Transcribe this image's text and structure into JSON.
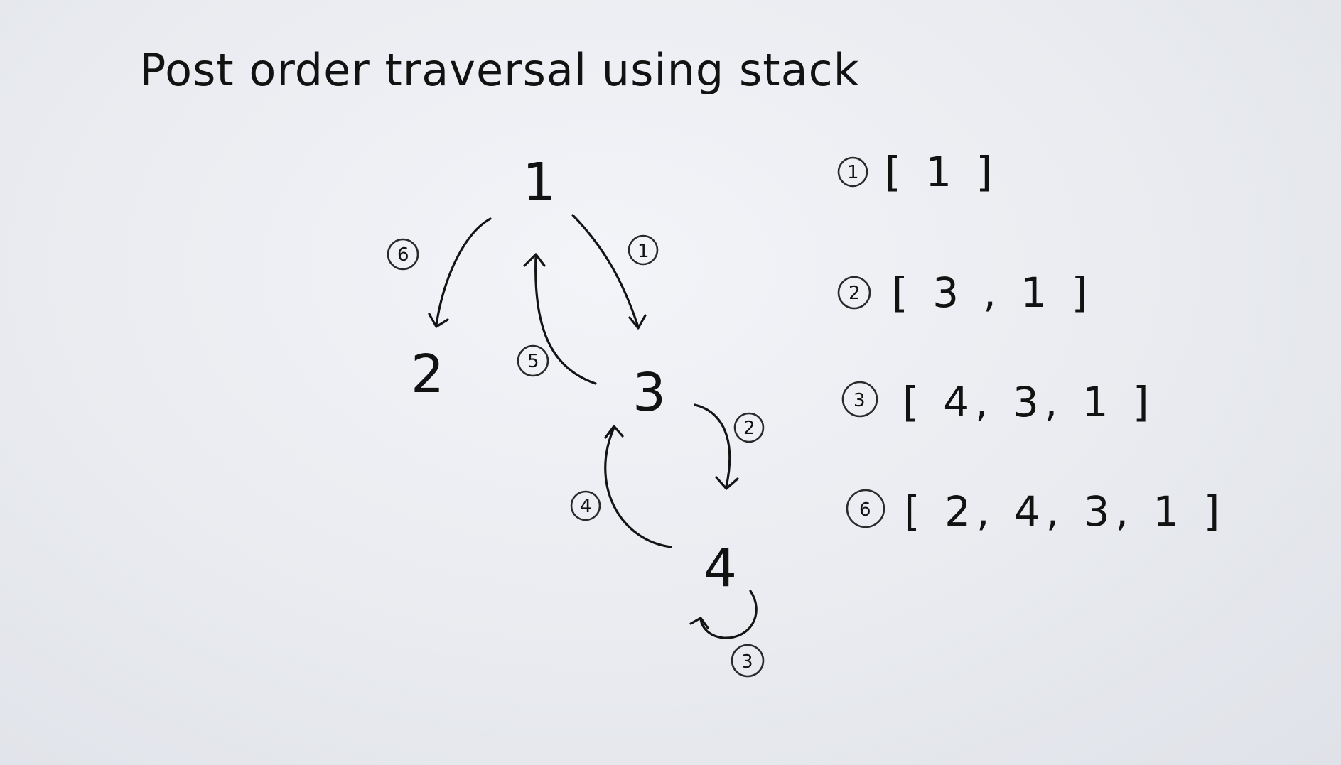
{
  "title": "Post order traversal using stack",
  "tree": {
    "nodes": [
      {
        "id": "1",
        "label": "1"
      },
      {
        "id": "2",
        "label": "2"
      },
      {
        "id": "3",
        "label": "3"
      },
      {
        "id": "4",
        "label": "4"
      }
    ],
    "arrow_steps": [
      {
        "step": "1",
        "label": "1"
      },
      {
        "step": "2",
        "label": "2"
      },
      {
        "step": "3",
        "label": "3"
      },
      {
        "step": "4",
        "label": "4"
      },
      {
        "step": "5",
        "label": "5"
      },
      {
        "step": "6",
        "label": "6"
      }
    ]
  },
  "stack_states": [
    {
      "step": "1",
      "contents": "[ 1 ]"
    },
    {
      "step": "2",
      "contents": "[ 3 , 1 ]"
    },
    {
      "step": "3",
      "contents": "[ 4, 3, 1 ]"
    },
    {
      "step": "6",
      "contents": "[ 2, 4, 3, 1 ]"
    }
  ]
}
